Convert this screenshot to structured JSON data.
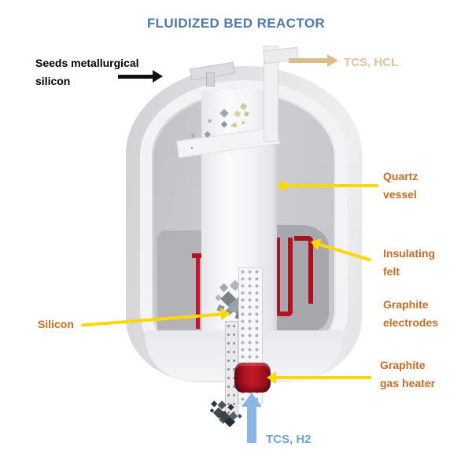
{
  "title": "FLUIDIZED BED REACTOR",
  "labels": {
    "seeds": [
      "Seeds metallurgical",
      "silicon"
    ],
    "tcs_hcl": "TCS, HCL",
    "quartz_vessel": [
      "Quartz",
      "vessel"
    ],
    "insulating_felt": [
      "Insulating",
      "felt"
    ],
    "graphite_electrodes": [
      "Graphite",
      "electrodes"
    ],
    "silicon": "Silicon",
    "graphite_gas_heater": [
      "Graphite",
      "gas heater"
    ],
    "tcs_h2": "TCS, H2"
  },
  "colors": {
    "title_blue": "#4d7aa8",
    "label_orange": "#cd6b22",
    "label_black": "#000000",
    "tan_text": "#dcc498",
    "tan_arrow": "#d9bd8a",
    "flow_blue_text": "#6fa3d8",
    "flow_blue_arrow": "#8cb6e2",
    "pointer_yellow": "#ffd800",
    "pointer_black": "#111111",
    "electrode_red": "#b01420",
    "heater_red": "#a81020",
    "vessel_gray": "#dedee2",
    "felt_gray": "#a7a7ad"
  }
}
